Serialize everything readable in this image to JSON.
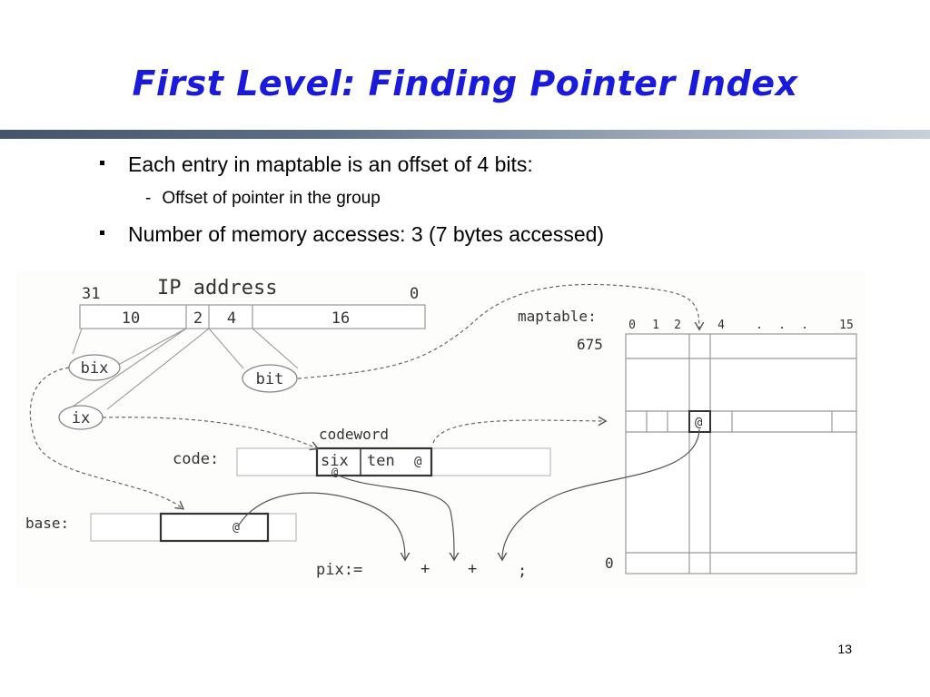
{
  "slide": {
    "title": "First Level: Finding Pointer Index",
    "bullets": [
      {
        "text": "Each entry in maptable is an offset of 4 bits:",
        "sub": "Offset of pointer in the group"
      },
      {
        "text": "Number of memory accesses: 3 (7 bytes accessed)"
      }
    ],
    "page_number": "13"
  },
  "diagram": {
    "ip_label": "IP address",
    "bit_high": "31",
    "bit_low": "0",
    "fields": [
      "10",
      "2",
      "4",
      "16"
    ],
    "bix": "bix",
    "bit": "bit",
    "ix": "ix",
    "maptable_label": "maptable:",
    "maptable_cols": [
      "0",
      "1",
      "2",
      "",
      "4",
      ".",
      ".",
      ".",
      "15"
    ],
    "row_top": "675",
    "row_bottom": "0",
    "codeword_label": "codeword",
    "code_label": "code:",
    "six": "six",
    "ten": "ten",
    "base_label": "base:",
    "pix_expr": "pix:=",
    "plus_1": "+",
    "plus_2": "+",
    "semicolon": ";"
  }
}
